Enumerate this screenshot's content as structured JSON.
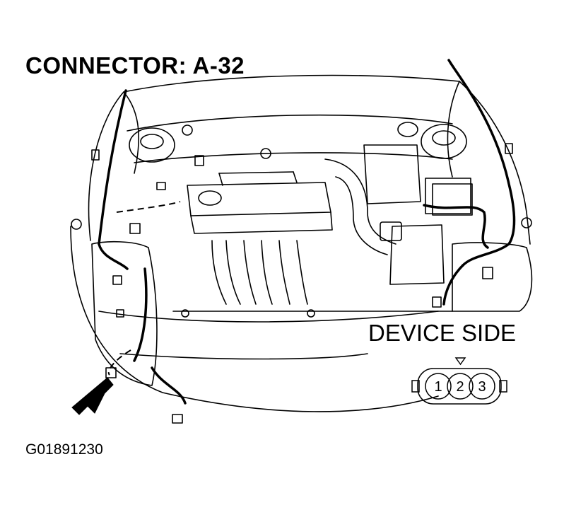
{
  "title": "CONNECTOR: A-32",
  "device_side_label": "DEVICE SIDE",
  "connector_pins": [
    "1",
    "2",
    "3"
  ],
  "figure_id": "G01891230",
  "icons": {
    "engine": "engine-bay-illustration-icon",
    "pointer": "locator-arrow-icon",
    "connector": "three-pin-connector-icon"
  }
}
